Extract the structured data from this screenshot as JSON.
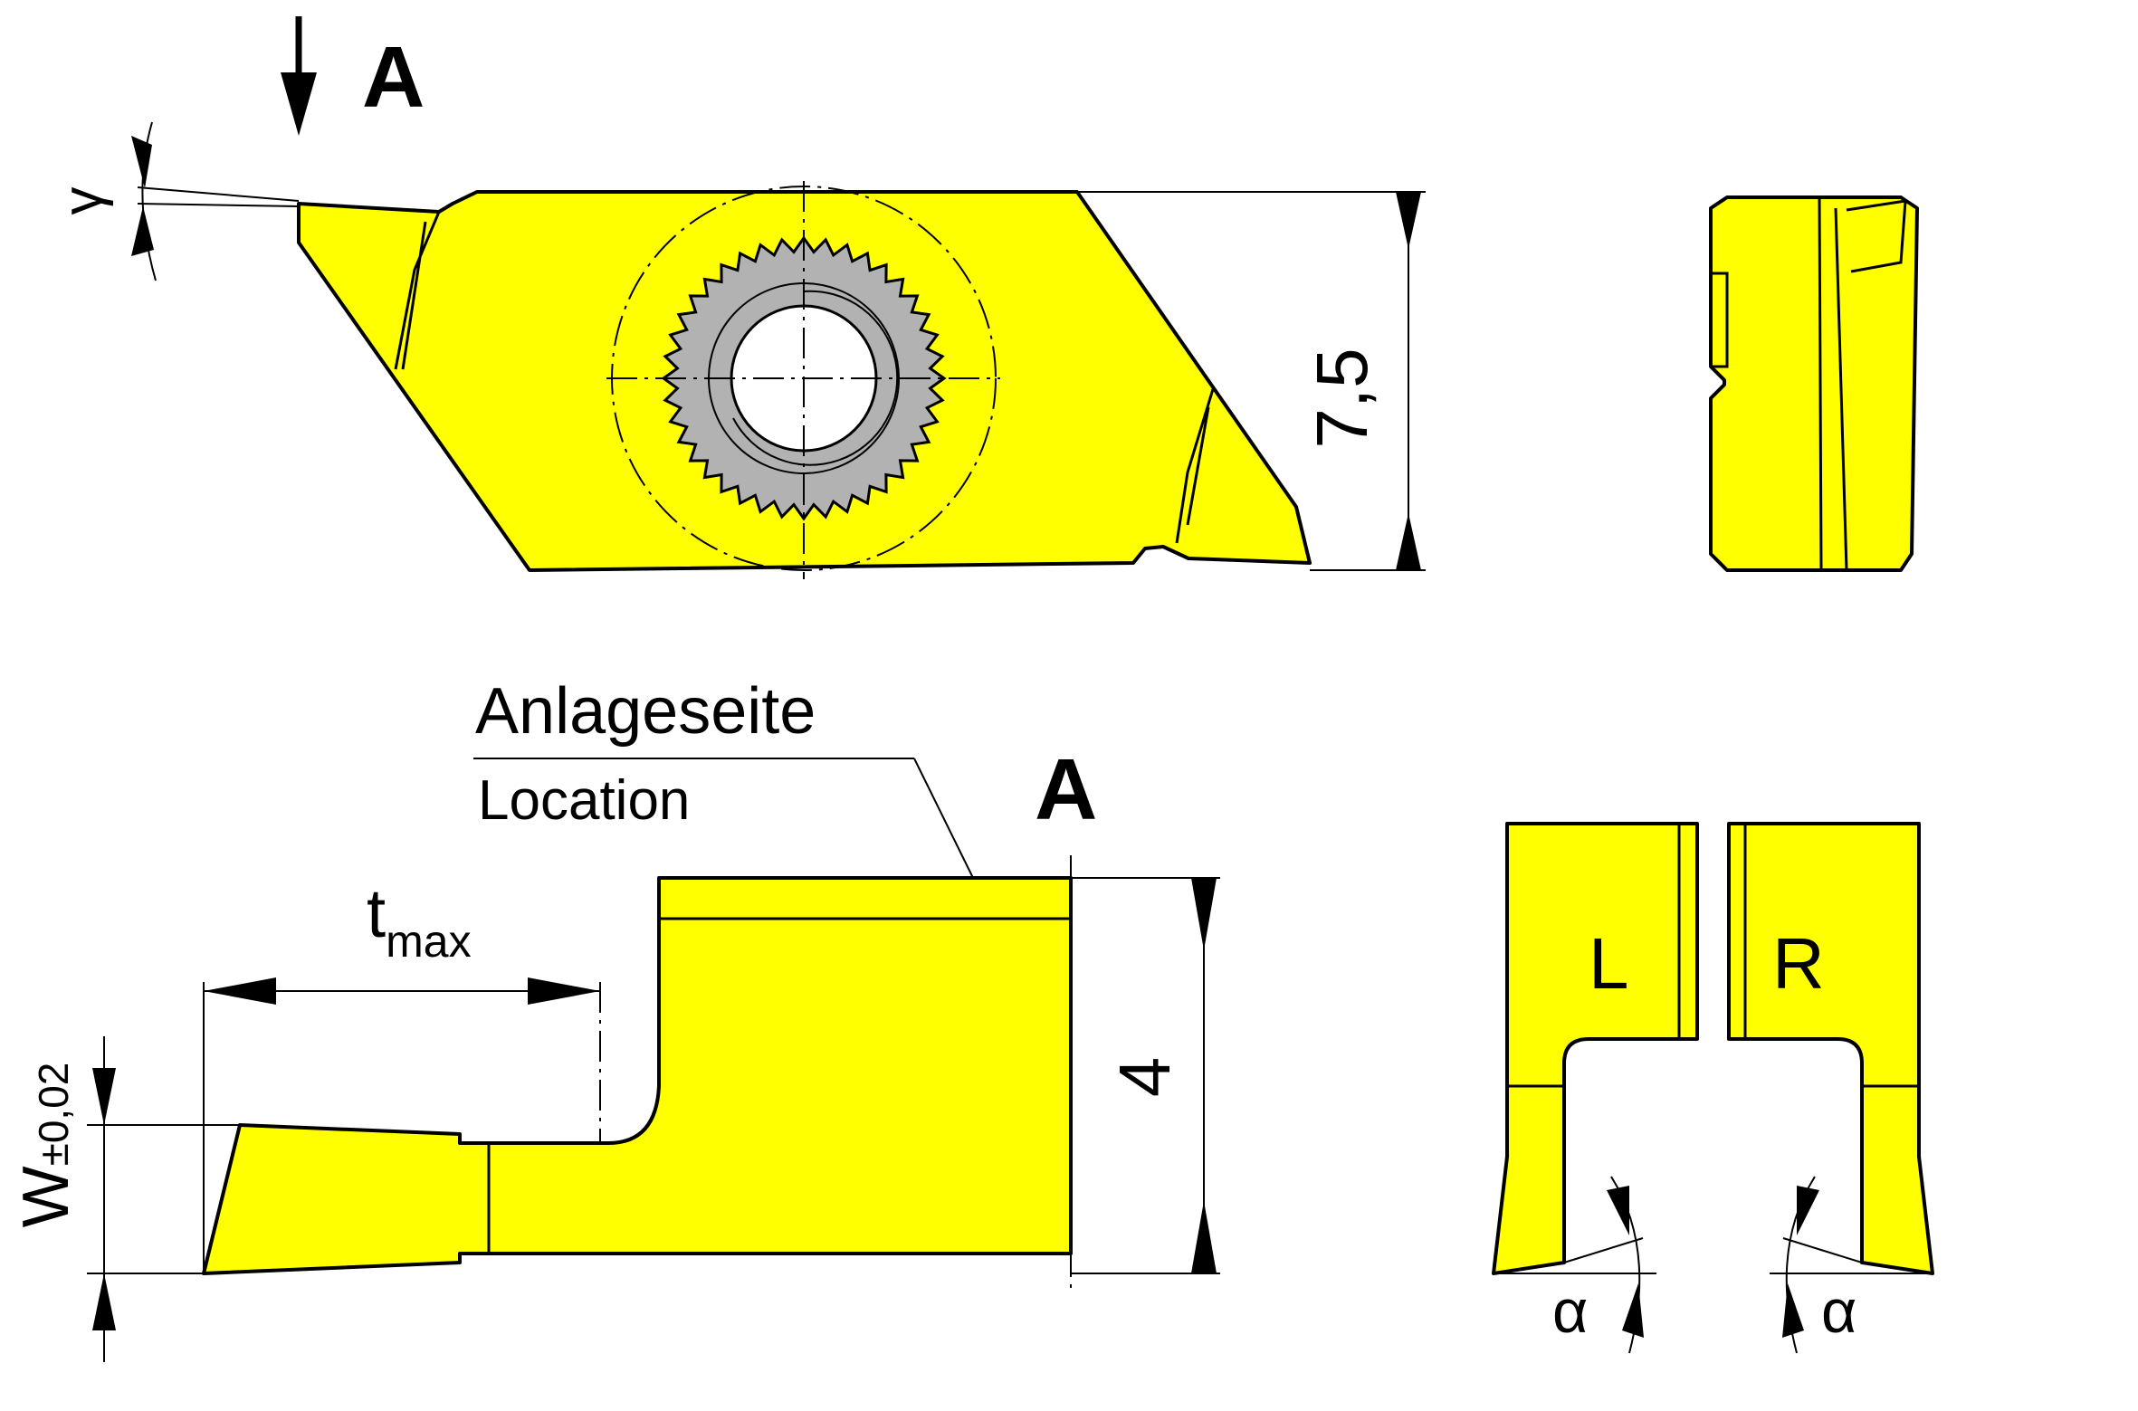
{
  "labels": {
    "view_a_top": "A",
    "view_a_bottom": "A",
    "rake_angle": "γ",
    "height_dim": "7,5",
    "location_de": "Anlageseite",
    "location_en": "Location",
    "depth_base": "t",
    "depth_sub": "max",
    "width_base": "W",
    "width_tol": "±0,02",
    "side_dim": "4",
    "left_hand": "L",
    "right_hand": "R",
    "clearance_left": "α",
    "clearance_right": "α"
  },
  "colors": {
    "insert_fill": "#ffff00",
    "serration_fill": "#b2b2b2",
    "line": "#000000"
  }
}
